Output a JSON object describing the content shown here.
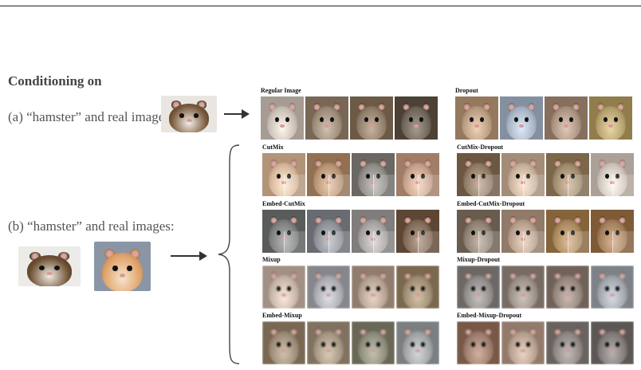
{
  "heading": "Conditioning on",
  "condition_a": "(a) “hamster” and real image:",
  "condition_b": "(b) “hamster” and real images:",
  "panels": [
    {
      "title": "Regular Image",
      "palette": [
        "#c9bfb6",
        "#9c8a78",
        "#8f7d6a",
        "#6f6458"
      ]
    },
    {
      "title": "Dropout",
      "palette": [
        "#b79c82",
        "#a7b3c2",
        "#a99380",
        "#b4a06f"
      ]
    },
    {
      "title": "CutMix",
      "palette": [
        "#d6b79c",
        "#b59476",
        "#8e8b86",
        "#c4a08a"
      ]
    },
    {
      "title": "CutMix-Dropout",
      "palette": [
        "#8f7a66",
        "#c7b09b",
        "#9f8a6e",
        "#cfc4bb"
      ]
    },
    {
      "title": "Embed-CutMix",
      "palette": [
        "#7d7f7f",
        "#8b8f95",
        "#a4a0a0",
        "#806957"
      ]
    },
    {
      "title": "Embed-CutMix-Dropout",
      "palette": [
        "#8c7f72",
        "#b49d8a",
        "#a7875e",
        "#a27d5a"
      ]
    },
    {
      "title": "Mixup",
      "palette": [
        "#c7b3a3",
        "#a9aab0",
        "#b69f8d",
        "#a18c6d"
      ]
    },
    {
      "title": "Mixup-Dropout",
      "palette": [
        "#8f8b88",
        "#9c8f84",
        "#96857a",
        "#9fa5ad"
      ]
    },
    {
      "title": "Embed-Mixup",
      "palette": [
        "#9e8a72",
        "#a5957d",
        "#8d8a76",
        "#9ea2a4"
      ]
    },
    {
      "title": "Embed-Mixup-Dropout",
      "palette": [
        "#a07a66",
        "#b99d8a",
        "#8d8580",
        "#807a78"
      ]
    }
  ]
}
